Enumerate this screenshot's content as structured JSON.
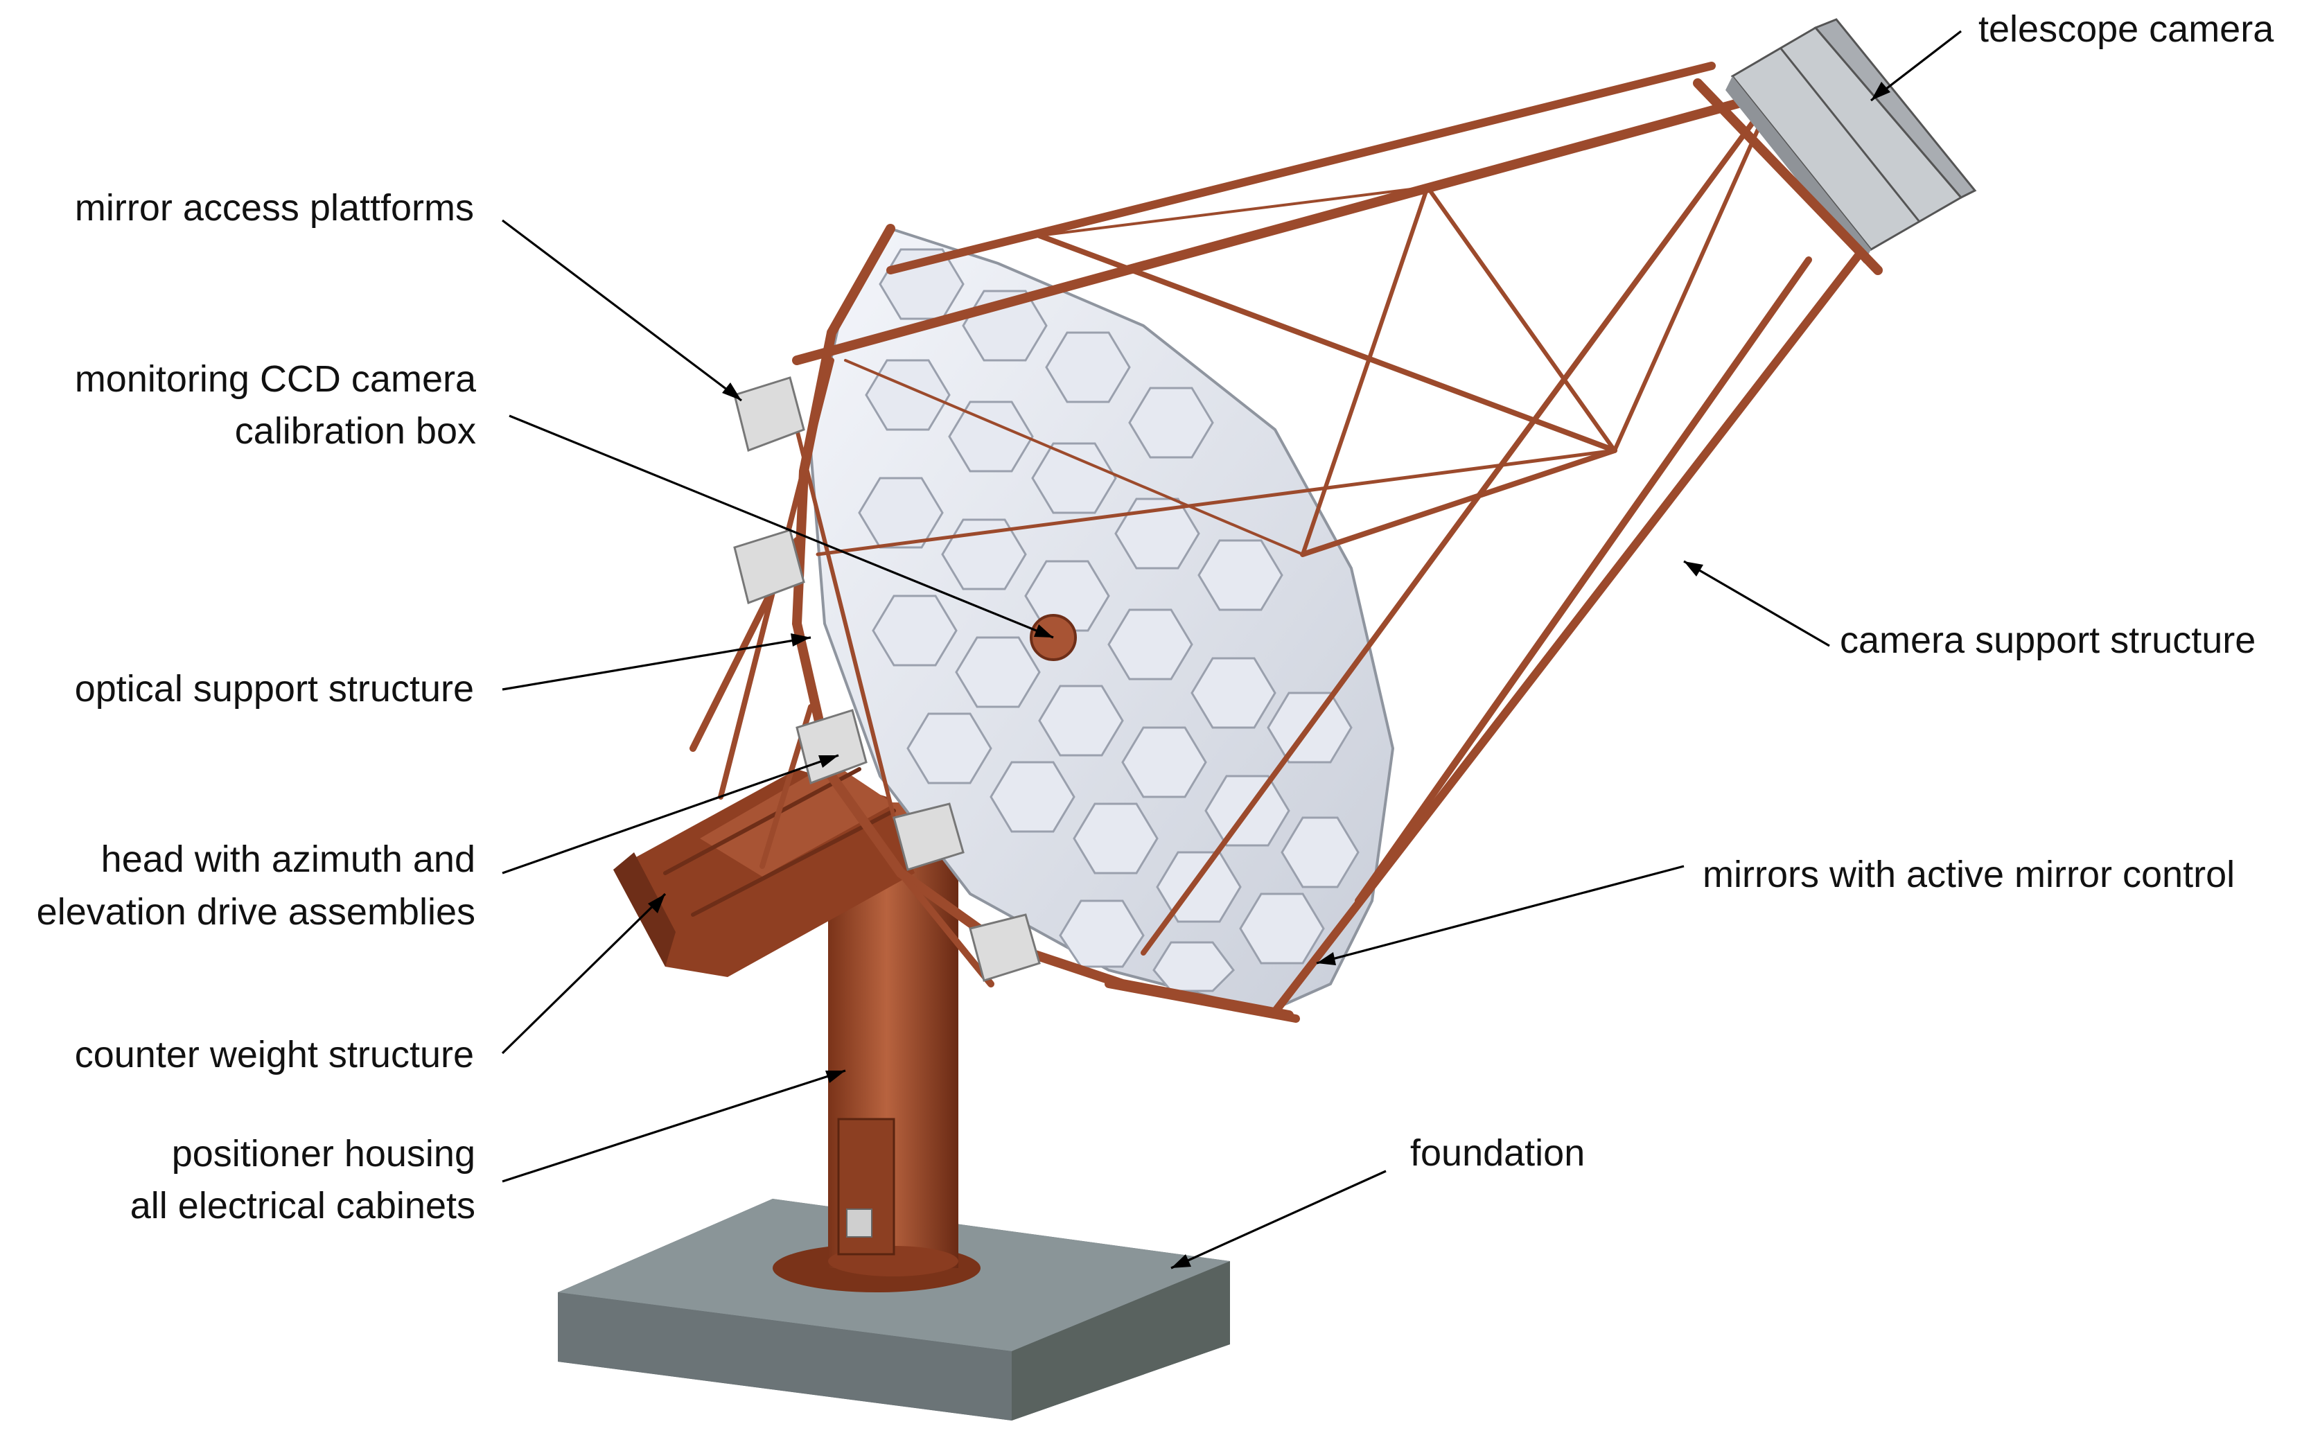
{
  "labels": {
    "telescope_camera": "telescope camera",
    "mirror_access": "mirror access plattforms",
    "monitoring_line1": "monitoring CCD camera",
    "monitoring_line2": "calibration box",
    "optical_support": "optical support structure",
    "head_line1": "head with azimuth and",
    "head_line2": "elevation drive assemblies",
    "counter_weight": "counter weight structure",
    "positioner_line1": "positioner housing",
    "positioner_line2": "all electrical cabinets",
    "camera_support": "camera support structure",
    "mirrors": "mirrors with active mirror control",
    "foundation": "foundation"
  },
  "colors": {
    "steel": "#9c4a2c",
    "steel_dark": "#6e2e18",
    "mirror": "#e6e9f1",
    "foundation_top": "#8a9598",
    "foundation_side": "#6b7477",
    "camera_body": "#d9dcdf"
  }
}
